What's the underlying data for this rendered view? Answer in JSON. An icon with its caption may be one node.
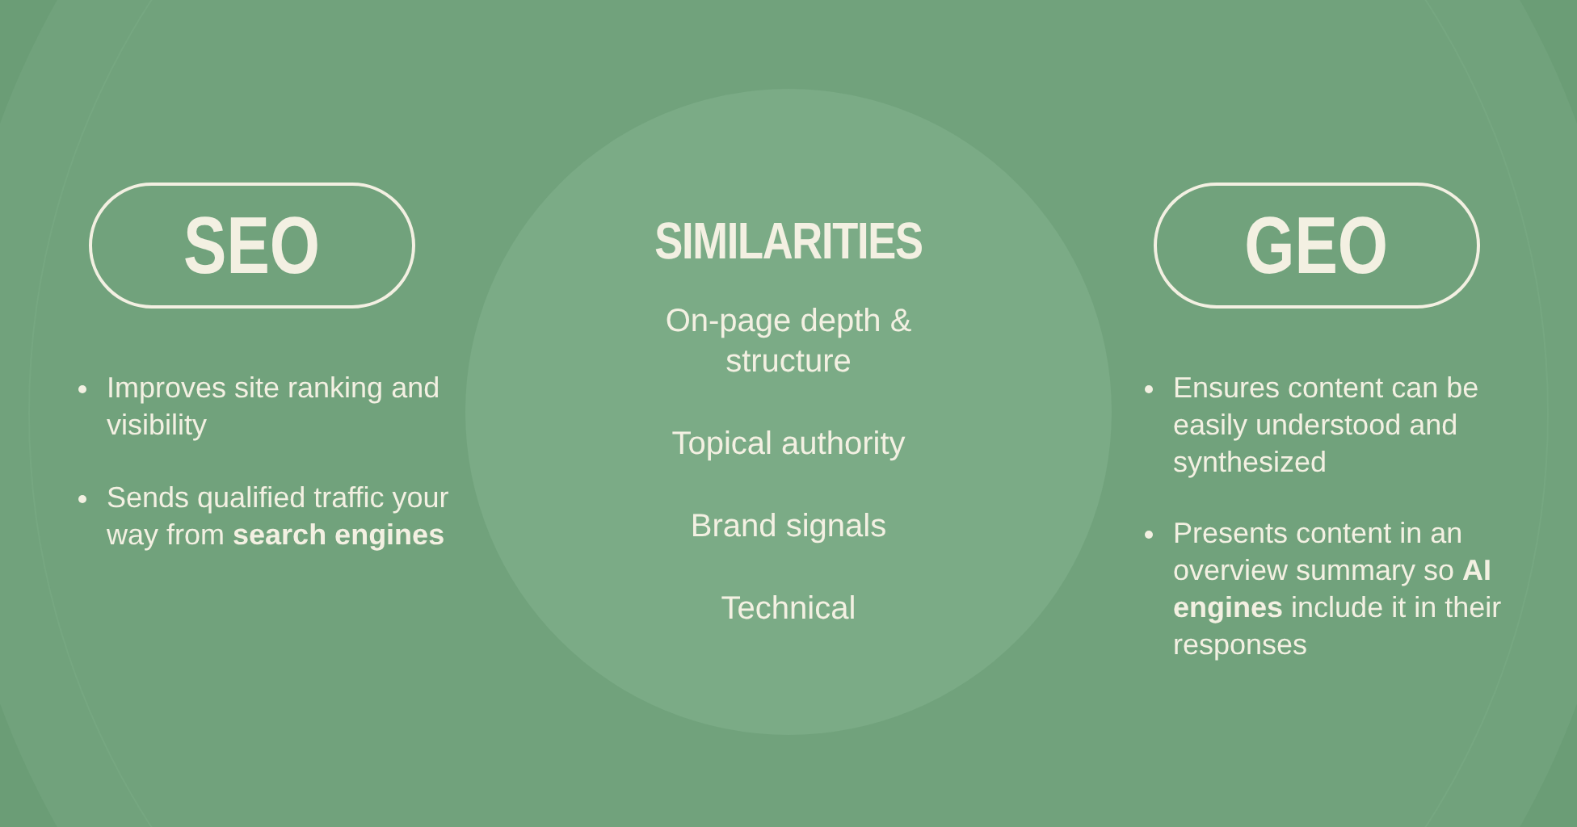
{
  "diagram": {
    "nodes": [
      {
        "text": [
          "SEO"
        ]
      },
      {
        "text": [
          "SIMILARITIES",
          "On-page depth & structure",
          "Topical authority",
          "Brand signals",
          "Technical"
        ]
      },
      {
        "text": [
          "GEO"
        ]
      }
    ],
    "labels": [
      "Improves site ranking and visibility",
      "Sends qualified traffic your way from **search engines**",
      "Ensures content can be easily understood and synthesized",
      "Presents content in an overview summary so **AI engines** include it in their responses"
    ]
  }
}
